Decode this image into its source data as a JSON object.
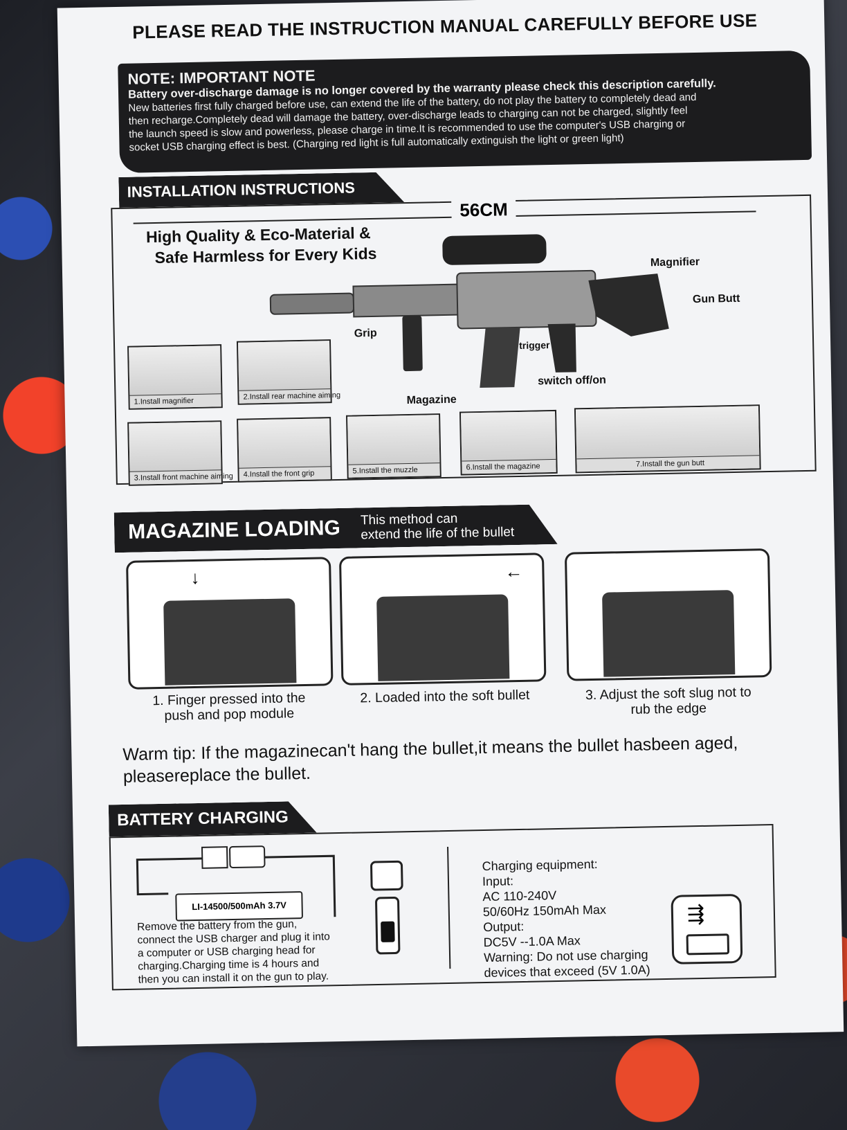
{
  "header": "PLEASE READ THE INSTRUCTION MANUAL CAREFULLY BEFORE USE",
  "note": {
    "title": "NOTE: IMPORTANT NOTE",
    "bold_line": "Battery over-discharge damage is no longer covered by the warranty please check this description carefully.",
    "lines": [
      "New batteries first fully charged before use, can extend the life of the battery, do not play the battery to completely dead and",
      "then recharge.Completely dead will damage the battery, over-discharge leads to charging can not be charged, slightly feel",
      "the launch speed is slow and powerless, please charge in time.It is recommended to use the computer's USB charging or",
      "socket USB charging effect is best. (Charging red light is full automatically extinguish the light or green light)"
    ]
  },
  "installation": {
    "title": "INSTALLATION INSTRUCTIONS",
    "length": "56CM",
    "tagline_1": "High Quality & Eco-Material &",
    "tagline_2": "Safe Harmless for Every Kids",
    "callouts": {
      "magnifier": "Magnifier",
      "gun_butt": "Gun Butt",
      "grip": "Grip",
      "trigger": "trigger",
      "switch": "switch off/on",
      "magazine": "Magazine"
    },
    "steps": [
      "1.Install magnifier",
      "2.Install rear machine aiming",
      "3.Install front machine aiming",
      "4.Install the front grip",
      "5.Install the muzzle",
      "6.Install the magazine",
      "7.Install the gun butt"
    ]
  },
  "magazine_loading": {
    "title": "MAGAZINE LOADING",
    "subtitle_1": "This method can",
    "subtitle_2": "extend the life of the bullet",
    "captions": [
      {
        "line1": "1. Finger pressed into the",
        "line2": "push and pop module"
      },
      {
        "line1": "2. Loaded into the soft bullet",
        "line2": ""
      },
      {
        "line1": "3. Adjust the soft slug not to",
        "line2": "rub the edge"
      }
    ]
  },
  "warm_tip": {
    "line1": "Warm tip: If the magazinecan't hang the bullet,it means the bullet hasbeen aged,",
    "line2": "pleasereplace the bullet."
  },
  "battery": {
    "title": "BATTERY CHARGING",
    "label": "LI-14500/500mAh 3.7V",
    "instructions": [
      "Remove the battery from the gun,",
      "connect the USB charger and plug it into",
      "a computer or USB charging head for",
      "charging.Charging time is 4 hours and",
      "then you can install it on the gun to play."
    ],
    "specs": [
      "Charging equipment:",
      "Input:",
      "AC 110-240V",
      "50/60Hz 150mAh Max",
      "Output:",
      "DC5V --1.0A Max",
      "Warning: Do not use charging",
      "devices that exceed (5V 1.0A)"
    ]
  },
  "colors": {
    "ink": "#1c1c1e",
    "paper": "#f3f4f6",
    "foam_red": "#f2422a",
    "foam_blue": "#2c4fb3"
  }
}
